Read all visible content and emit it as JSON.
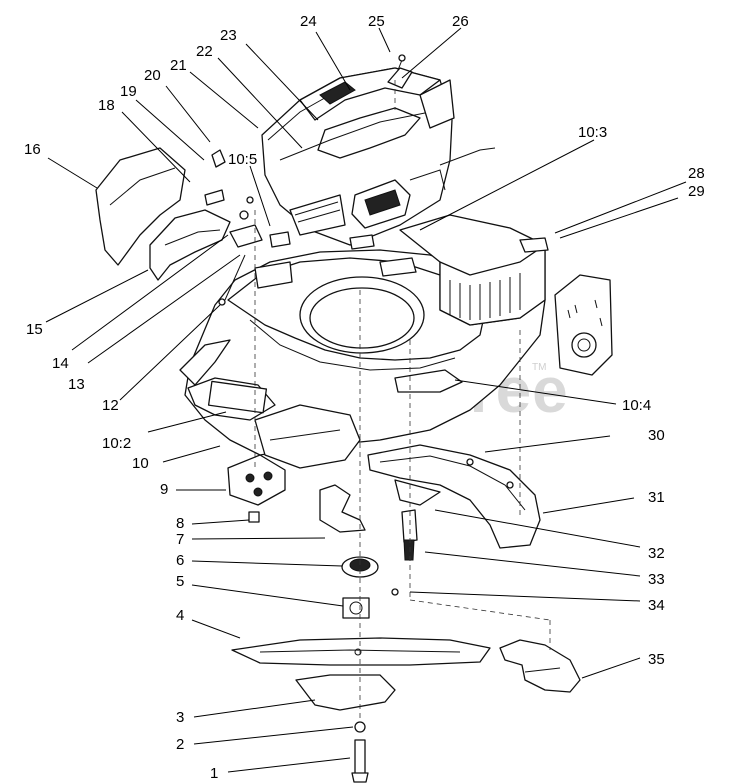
{
  "diagram": {
    "watermark": "PartsTree",
    "watermark_tm": "TM",
    "callouts": [
      "1",
      "2",
      "3",
      "4",
      "5",
      "6",
      "7",
      "8",
      "9",
      "10",
      "10:2",
      "10:3",
      "10:4",
      "10:5",
      "12",
      "13",
      "14",
      "15",
      "16",
      "18",
      "19",
      "20",
      "21",
      "22",
      "23",
      "24",
      "25",
      "26",
      "28",
      "29",
      "30",
      "31",
      "32",
      "33",
      "34",
      "35"
    ]
  }
}
